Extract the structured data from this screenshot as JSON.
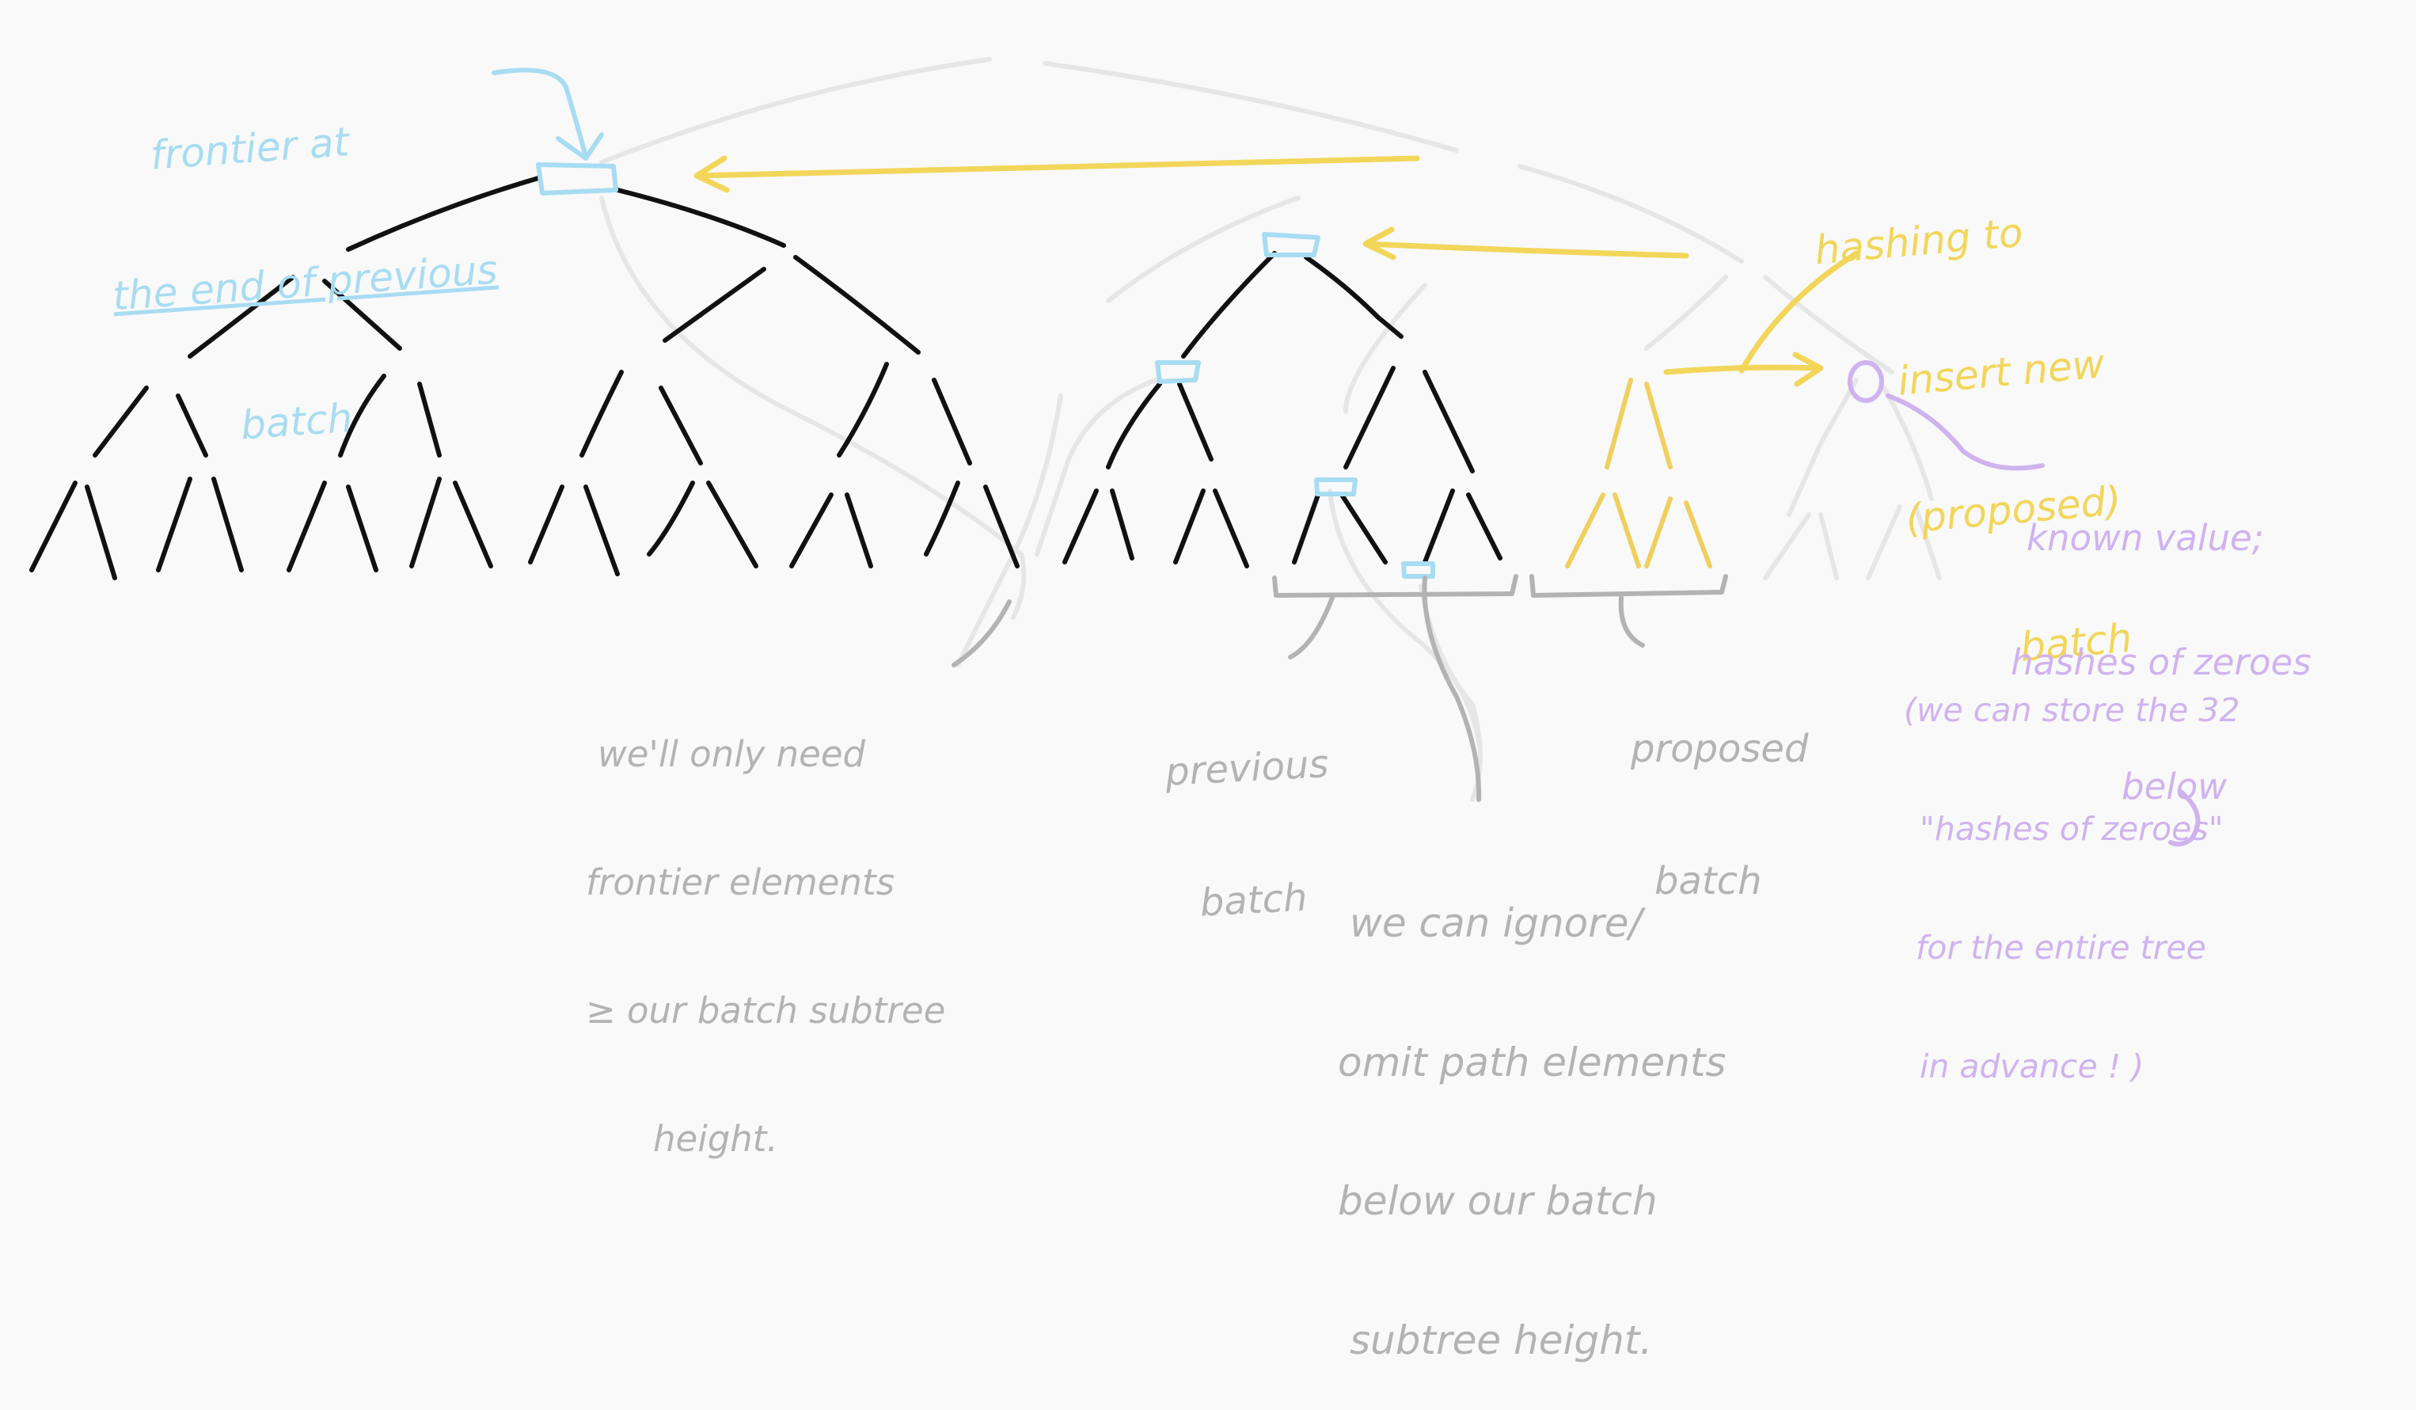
{
  "notes": {
    "frontier": {
      "line1": "frontier at",
      "line2": "the end of previous",
      "line3": "batch"
    },
    "hashing": {
      "line1": "hashing to",
      "line2": "insert new",
      "line3": "(proposed)",
      "line4": "batch"
    },
    "known_value": {
      "line1": "known value;",
      "line2": "hashes of zeroes",
      "line3": "below"
    },
    "store_note": {
      "line1": "(we can store the 32",
      "line2": "\"hashes of zeroes\"",
      "line3": "for the entire tree",
      "line4": "in advance ! )"
    },
    "frontier_only": {
      "line1": "we'll only need",
      "line2": "frontier elements",
      "line3": "≥ our batch subtree",
      "line4": "height."
    },
    "previous_batch": {
      "line1": "previous",
      "line2": "batch"
    },
    "proposed_batch": {
      "line1": "proposed",
      "line2": "batch"
    },
    "ignore_note": {
      "line1": "we can ignore/",
      "line2": "omit path elements",
      "line3": "below our batch",
      "line4": "subtree height."
    }
  },
  "colors": {
    "background": "#f9f9f9",
    "ink": "#111111",
    "frontier_blue": "#a8dcf2",
    "hashing_gold": "#f2d65a",
    "proposed_gold": "#f0cf5e",
    "annotation_grey": "#b3b3b3",
    "faint_tree": "#e6e6e6",
    "known_lavender": "#cfb3ef"
  }
}
